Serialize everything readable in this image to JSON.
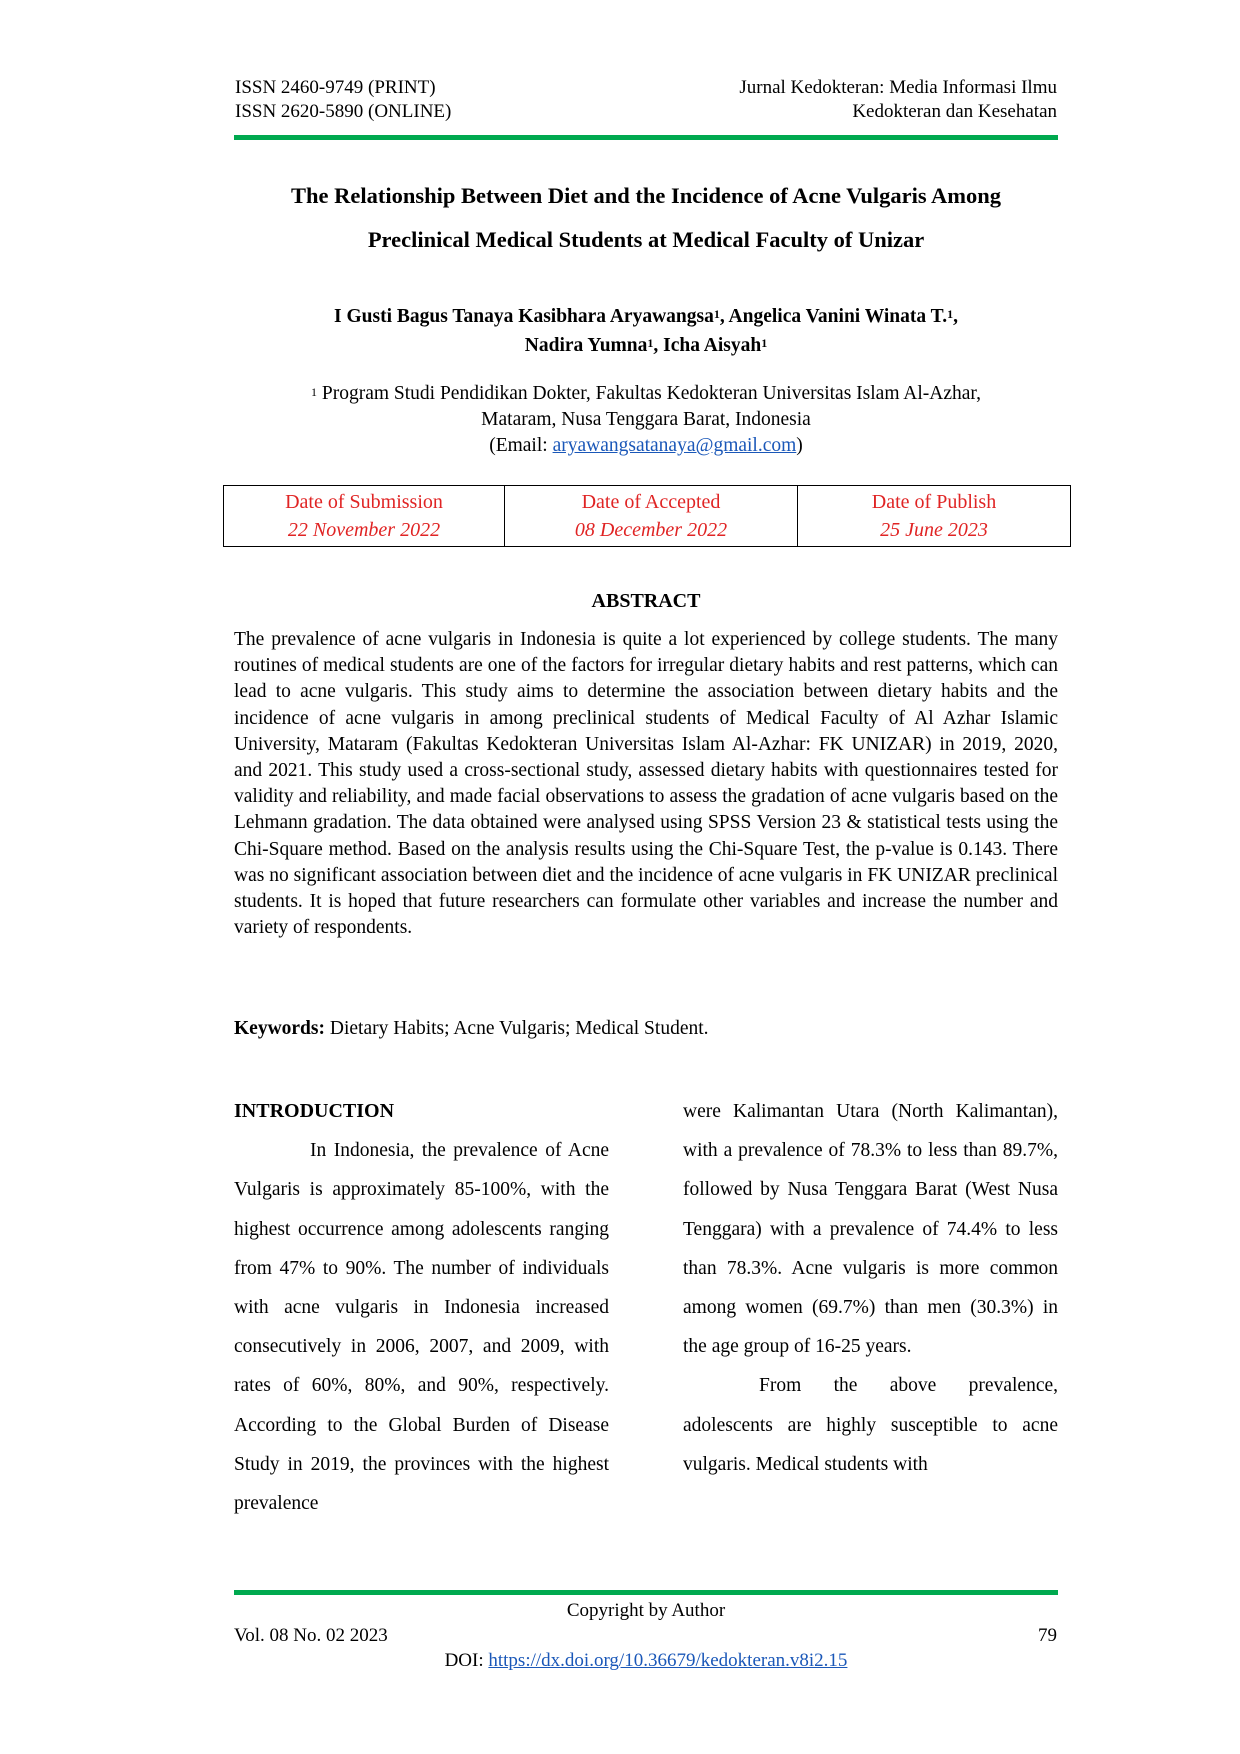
{
  "header": {
    "issn_print": "ISSN 2460-9749 (PRINT)",
    "issn_online": "ISSN 2620-5890 (ONLINE)",
    "journal_line1": "Jurnal Kedokteran: Media Informasi Ilmu",
    "journal_line2": "Kedokteran dan Kesehatan"
  },
  "colors": {
    "rule": "#00a94f",
    "dates_text": "#e02424",
    "link": "#1a57b8"
  },
  "title": {
    "line1": "The Relationship Between Diet and the Incidence of Acne Vulgaris Among",
    "line2": "Preclinical Medical Students at Medical Faculty of Unizar"
  },
  "authors": {
    "a1": "I Gusti Bagus Tanaya Kasibhara Aryawangsa",
    "a2": "Angelica Vanini Winata T.",
    "a3": "Nadira Yumna",
    "a4": "Icha Aisyah",
    "sup": "1",
    "sep": ", "
  },
  "affiliation": {
    "sup": "1",
    "line1": "Program Studi Pendidikan Dokter, Fakultas Kedokteran Universitas Islam Al-Azhar,",
    "line2": "Mataram, Nusa Tenggara Barat, Indonesia",
    "email_prefix": "(Email: ",
    "email": "aryawangsatanaya@gmail.com",
    "email_suffix": ")"
  },
  "dates": [
    {
      "label": "Date of Submission",
      "value": "22 November 2022"
    },
    {
      "label": "Date of Accepted",
      "value": "08 December 2022"
    },
    {
      "label": "Date of Publish",
      "value": "25 June 2023"
    }
  ],
  "abstract": {
    "heading": "ABSTRACT",
    "text": "The prevalence of acne vulgaris in Indonesia is quite a lot experienced by college students. The many routines of medical students are one of the factors for irregular dietary habits and rest patterns, which can lead to acne vulgaris. This study aims to determine the association between dietary habits and the incidence of acne vulgaris in among preclinical students of Medical Faculty of Al Azhar Islamic University, Mataram (Fakultas Kedokteran Universitas Islam Al-Azhar: FK UNIZAR) in 2019, 2020, and 2021. This study used a cross-sectional study, assessed dietary habits with questionnaires tested for validity and reliability, and made facial observations to assess the gradation of acne vulgaris based on the Lehmann gradation. The data obtained were analysed using SPSS Version 23 & statistical tests using the Chi-Square method. Based on the analysis results using the Chi-Square Test, the p-value is 0.143. There was no significant association between diet and the incidence of acne vulgaris in FK UNIZAR preclinical students. It is hoped that future researchers can formulate other variables and increase the number and variety of respondents.",
    "keywords_label": "Keywords:",
    "keywords": " Dietary Habits; Acne Vulgaris; Medical Student."
  },
  "introduction": {
    "heading": "INTRODUCTION",
    "col1": "In Indonesia, the prevalence of Acne Vulgaris is approximately 85-100%, with the highest occurrence among adolescents ranging from 47% to 90%. The number of individuals with acne vulgaris in Indonesia increased consecutively in 2006, 2007, and 2009, with rates of 60%, 80%, and 90%, respectively. According to the Global Burden of Disease Study in 2019, the provinces with the highest prevalence",
    "col2_p1": "were Kalimantan Utara (North Kalimantan), with a prevalence of 78.3% to less than 89.7%, followed by Nusa Tenggara Barat (West Nusa Tenggara) with a prevalence of 74.4% to less than 78.3%. Acne vulgaris is more common among women (69.7%) than men (30.3%) in the age group of 16-25 years.",
    "col2_p2": "From the above prevalence, adolescents are highly susceptible to acne vulgaris. Medical students with"
  },
  "footer": {
    "copyright": "Copyright by Author",
    "volume": "Vol. 08 No. 02 2023",
    "page": "79",
    "doi_label": "DOI: ",
    "doi_url": "https://dx.doi.org/10.36679/kedokteran.v8i2.15"
  }
}
